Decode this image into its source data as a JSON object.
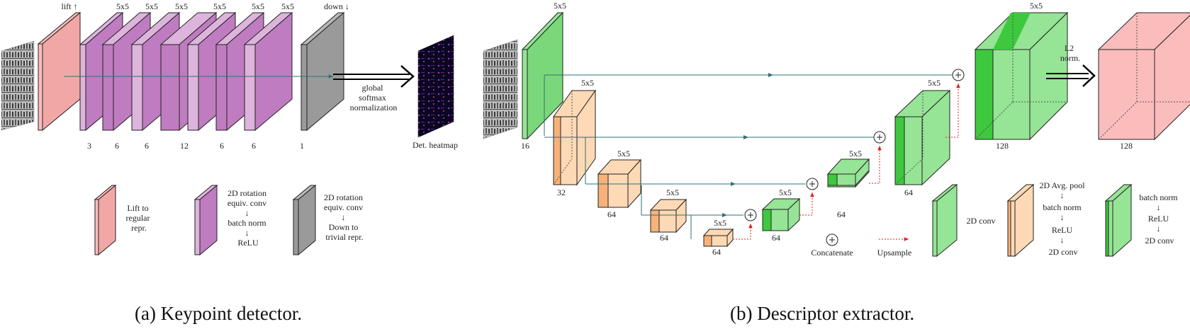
{
  "detector": {
    "top_labels": {
      "lift": "lift ↑",
      "k1": "5x5",
      "k2": "5x5",
      "k3": "5x5",
      "k4": "5x5",
      "k5": "5x5",
      "k6": "5x5",
      "down": "down ↓"
    },
    "bottom_labels": {
      "c1": "3",
      "c2": "6",
      "c3": "6",
      "c4": "12",
      "c5": "6",
      "c6": "6",
      "c7": "1"
    },
    "softmax": [
      "global",
      "softmax",
      "normalization"
    ],
    "heatmap_label": "Det. heatmap",
    "legend": {
      "lift": [
        "Lift to",
        "regular",
        "repr."
      ],
      "conv": [
        "2D rotation",
        "equiv. conv",
        "↓",
        "batch norm",
        "↓",
        "ReLU"
      ],
      "down": [
        "2D rotation",
        "equiv. conv",
        "↓",
        "Down to",
        "trivial repr."
      ]
    },
    "caption": "(a) Keypoint detector."
  },
  "descriptor": {
    "kernels": {
      "enc1": "5x5",
      "enc2": "5x5",
      "enc3": "5x5",
      "enc4": "5x5",
      "enc5": "5x5",
      "dec1": "5x5",
      "dec2": "5x5",
      "dec3": "5x5",
      "out": "5x5"
    },
    "channels": {
      "enc1": "16",
      "enc2": "32",
      "enc3": "64",
      "enc4": "64",
      "enc5": "64",
      "dec1": "64",
      "dec2": "64",
      "dec3": "64",
      "out": "128",
      "final": "128"
    },
    "l2": [
      "L2",
      "norm."
    ],
    "legend": {
      "concat": "Concatenate",
      "upsample": "Upsample",
      "conv": "2D conv",
      "pool": [
        "2D Avg. pool",
        "↓",
        "batch norm",
        "↓",
        "ReLU",
        "↓",
        "2D conv"
      ],
      "bn": [
        "batch norm",
        "↓",
        "ReLU",
        "↓",
        "2D conv"
      ]
    },
    "caption": "(b) Descriptor extractor."
  },
  "colors": {
    "lift": "#fbbcbc",
    "equiv": "#c07cc0",
    "equiv_light": "#dcb4dc",
    "down": "#9a9a9a",
    "green": "#96e496",
    "green_dark": "#3ec83e",
    "orange": "#fdd9b5",
    "orange_dark": "#f7b279",
    "teal": "#2e7173",
    "red": "#dd1f1f"
  }
}
